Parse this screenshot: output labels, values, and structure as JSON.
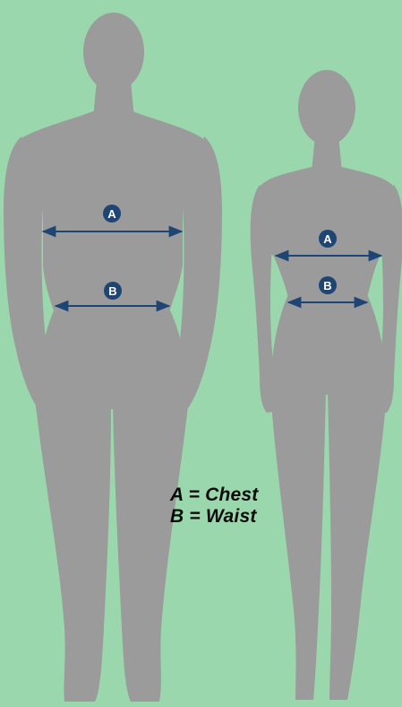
{
  "colors": {
    "background": "#9bd7ad",
    "silhouette": "#9b9b9b",
    "marker": "#1f4574",
    "marker_text": "#ffffff",
    "text": "#0b0b0b"
  },
  "markers": {
    "chest": "A",
    "waist": "B"
  },
  "legend": {
    "chest": "A = Chest",
    "waist": "B = Waist"
  }
}
